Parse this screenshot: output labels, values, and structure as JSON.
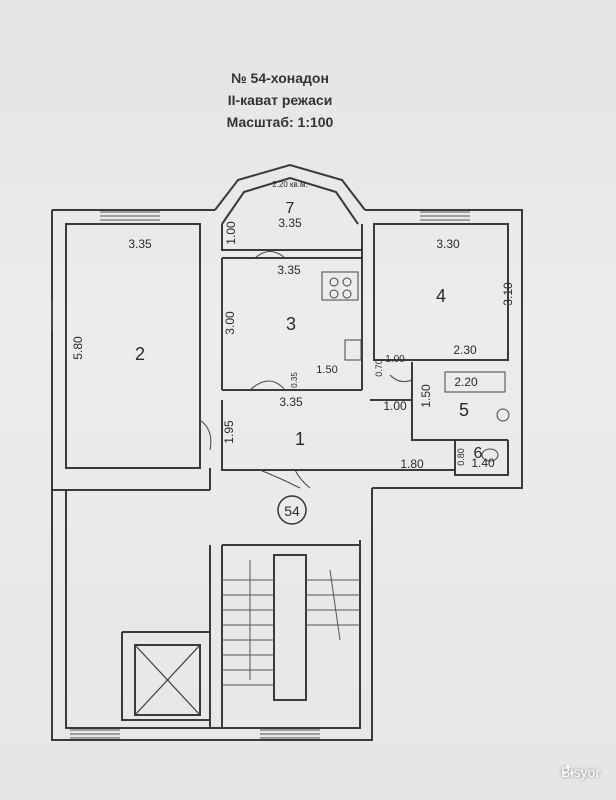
{
  "header": {
    "line1": "№ 54-хонадон",
    "line2": "II-кават режаси",
    "line3": "Масштаб: 1:100"
  },
  "rooms": {
    "r1": "1",
    "r2": "2",
    "r3": "3",
    "r4": "4",
    "r5": "5",
    "r6": "6",
    "r7": "7"
  },
  "dims": {
    "d_bay_area": "2.20 кв.м.",
    "d_7_width": "3.35",
    "d_7_depth": "1.00",
    "d_2_width": "3.35",
    "d_2_height": "5.80",
    "d_3_width_top": "3.35",
    "d_3_height": "3.00",
    "d_3_small": "1.50",
    "d_3_035": "0.35",
    "d_3_070": "0.70",
    "d_4_width": "3.30",
    "d_4_height": "3.10",
    "d_4_100": "1.00",
    "d_4_230": "2.30",
    "d_1_width": "3.35",
    "d_1_height": "1.95",
    "d_1_100": "1.00",
    "d_1_180": "1.80",
    "d_5_width": "2.20",
    "d_5_height": "1.50",
    "d_6_080": "0.80",
    "d_6_140": "1.40"
  },
  "apartment_marker": "54",
  "watermark": "Bisyor"
}
